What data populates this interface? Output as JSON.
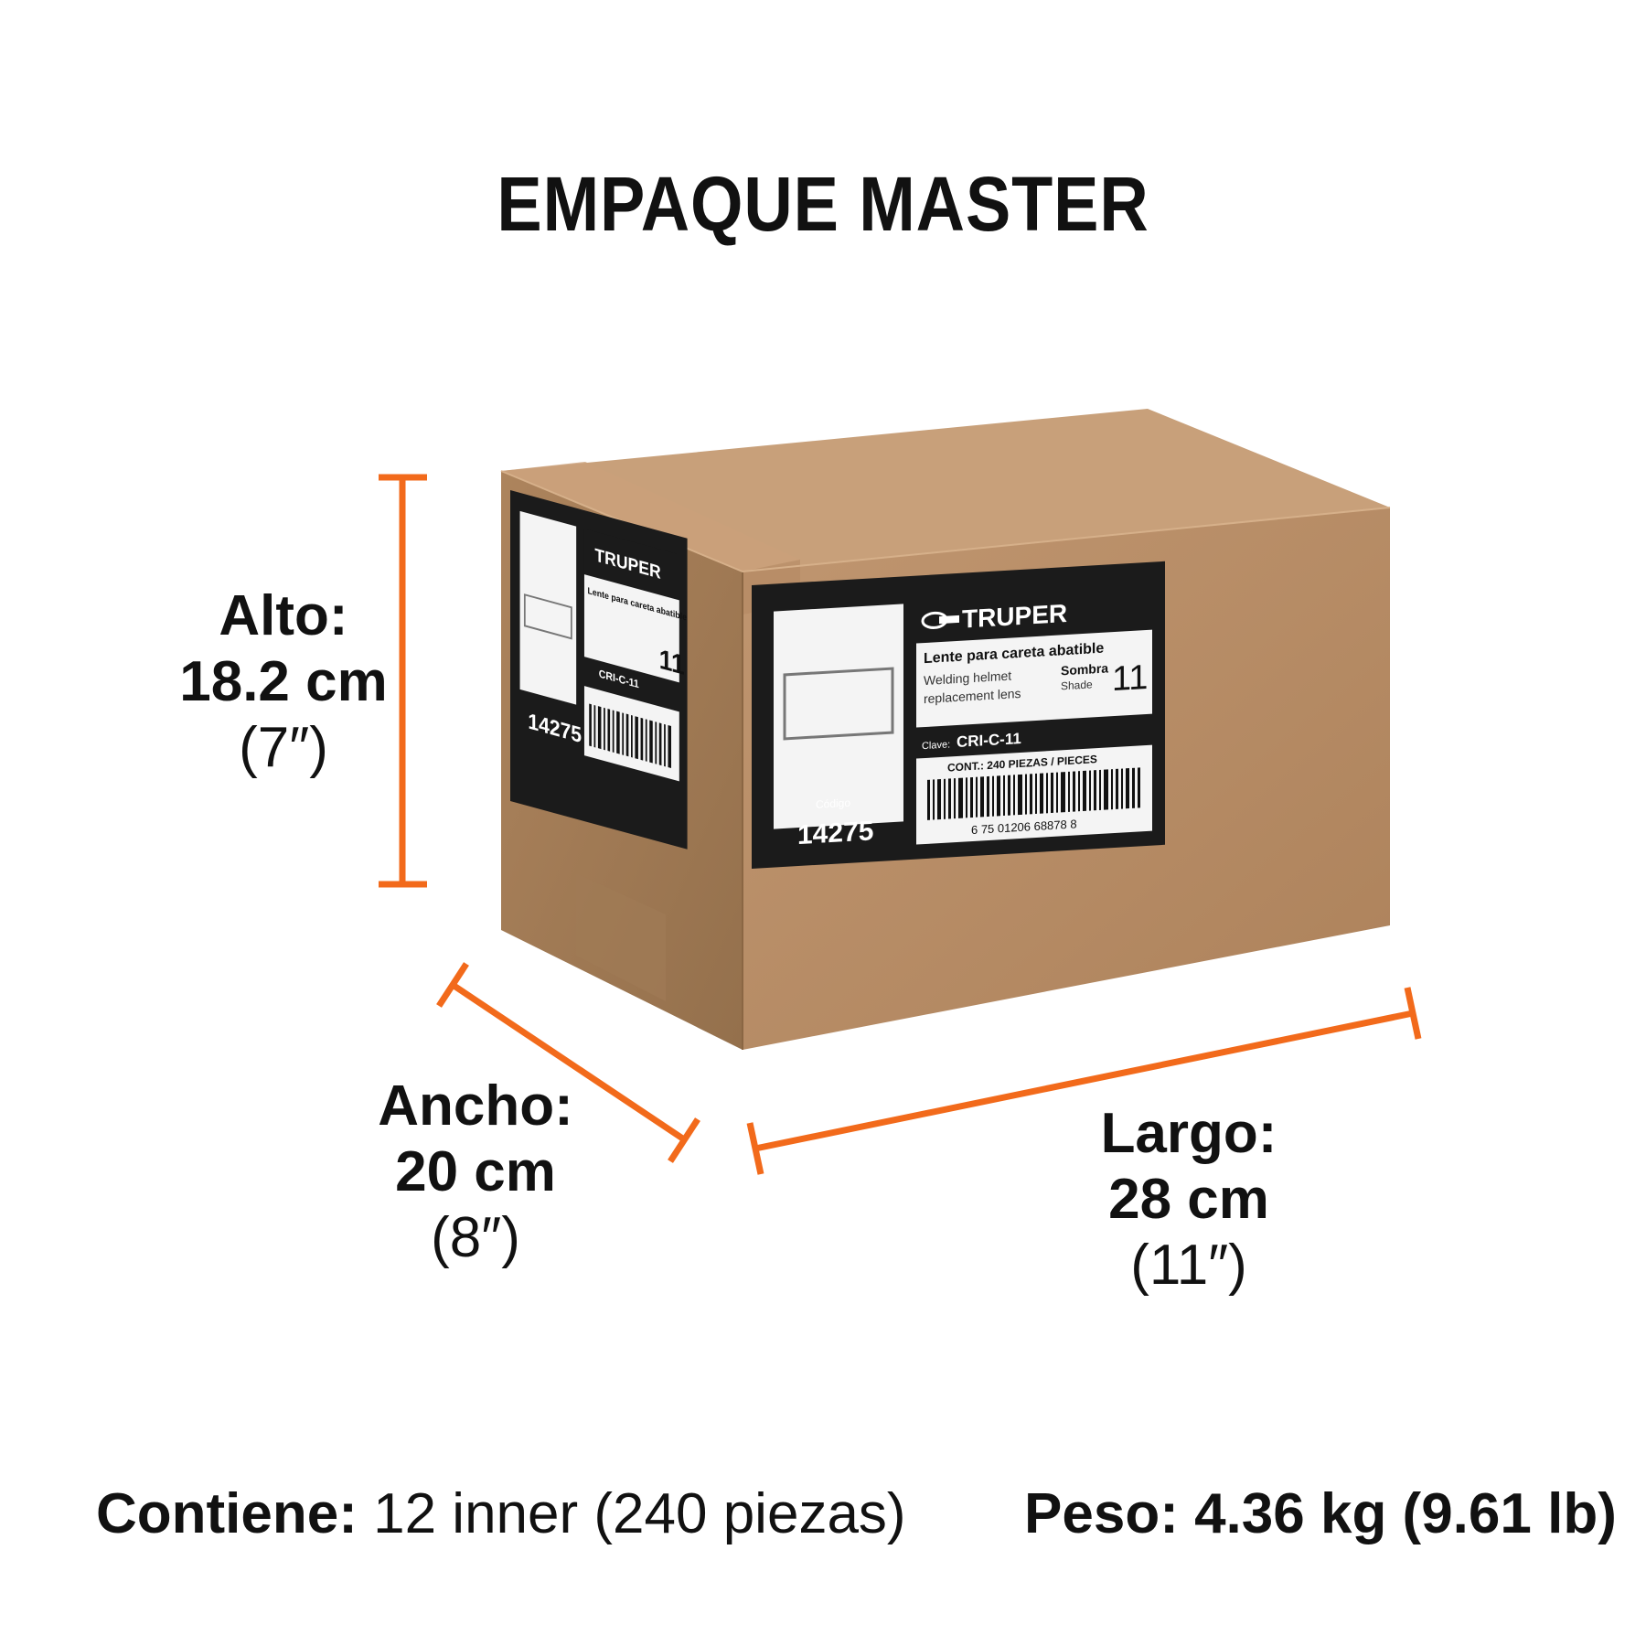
{
  "title": "EMPAQUE MASTER",
  "dimensions": {
    "alto": {
      "label": "Alto:",
      "metric": "18.2 cm",
      "imperial": "(7″)"
    },
    "ancho": {
      "label": "Ancho:",
      "metric": "20 cm",
      "imperial": "(8″)"
    },
    "largo": {
      "label": "Largo:",
      "metric": "28 cm",
      "imperial": "(11″)"
    }
  },
  "footer": {
    "contiene_label": "Contiene:",
    "contiene_value": "12 inner (240 piezas)",
    "peso_label": "Peso:",
    "peso_value": "4.36 kg (9.61 lb)"
  },
  "box_label": {
    "brand": "TRUPER",
    "product_es": "Lente para careta abatible",
    "product_en_1": "Welding helmet",
    "product_en_2": "replacement lens",
    "shade_label_es": "Sombra",
    "shade_label_en": "Shade",
    "shade_value": "11",
    "clave_label": "Clave:",
    "clave_value": "CRI-C-11",
    "contents": "CONT.: 240 PIEZAS / PIECES",
    "barcode_digits": "6 75 01206 68878 8",
    "codigo_label": "Código",
    "codigo_value": "14275"
  },
  "colors": {
    "accent_orange": "#f26a1b",
    "cardboard_front": "#b58a62",
    "cardboard_side": "#a57b55",
    "cardboard_top": "#c29a72",
    "label_black": "#1b1b1b"
  },
  "icons": [
    "truper-logo-icon",
    "barcode-icon"
  ]
}
